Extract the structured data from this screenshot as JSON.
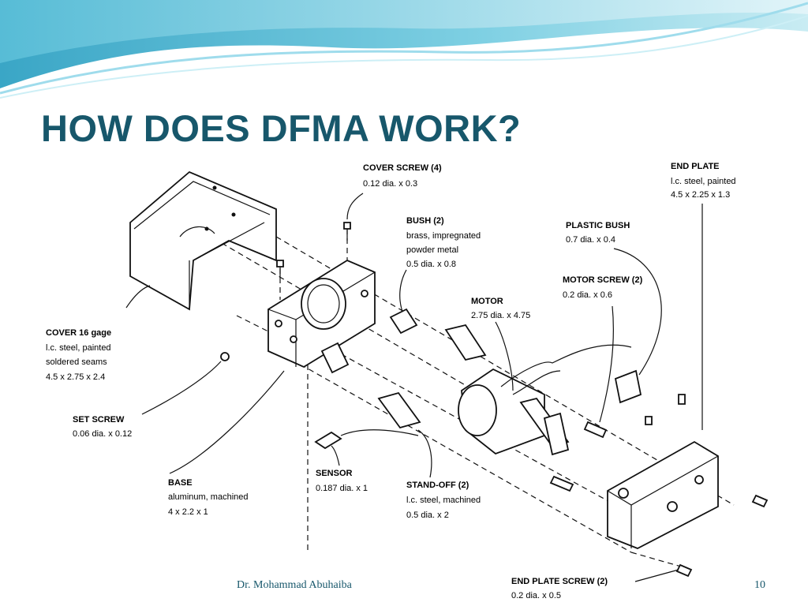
{
  "slide": {
    "title": "HOW DOES DFMA WORK?",
    "author": "Dr. Mohammad Abuhaiba",
    "page_number": "10"
  },
  "colors": {
    "title": "#17576b",
    "wave_light": "#c9ecf3",
    "wave_mid": "#7fd0e3",
    "wave_dark": "#3aa6c6"
  },
  "labels": {
    "cover_screw": [
      "COVER SCREW (4)",
      "0.12 dia. x 0.3"
    ],
    "end_plate": [
      "END PLATE",
      "l.c. steel, painted",
      "4.5 x 2.25 x 1.3"
    ],
    "bush": [
      "BUSH (2)",
      "brass, impregnated",
      "powder metal",
      "0.5 dia. x 0.8"
    ],
    "plastic_bush": [
      "PLASTIC BUSH",
      "0.7 dia. x 0.4"
    ],
    "motor_screw": [
      "MOTOR SCREW (2)",
      "0.2 dia. x 0.6"
    ],
    "motor": [
      "MOTOR",
      "2.75 dia. x 4.75"
    ],
    "cover": [
      "COVER 16 gage",
      "l.c. steel, painted",
      "soldered seams",
      "4.5 x 2.75 x 2.4"
    ],
    "set_screw": [
      "SET SCREW",
      "0.06 dia. x 0.12"
    ],
    "base": [
      "BASE",
      "aluminum, machined",
      "4 x 2.2 x 1"
    ],
    "sensor": [
      "SENSOR",
      "0.187 dia. x 1"
    ],
    "standoff": [
      "STAND-OFF (2)",
      "l.c. steel, machined",
      "0.5 dia. x 2"
    ],
    "end_plate_screw": [
      "END PLATE SCREW (2)",
      "0.2 dia. x 0.5"
    ]
  }
}
